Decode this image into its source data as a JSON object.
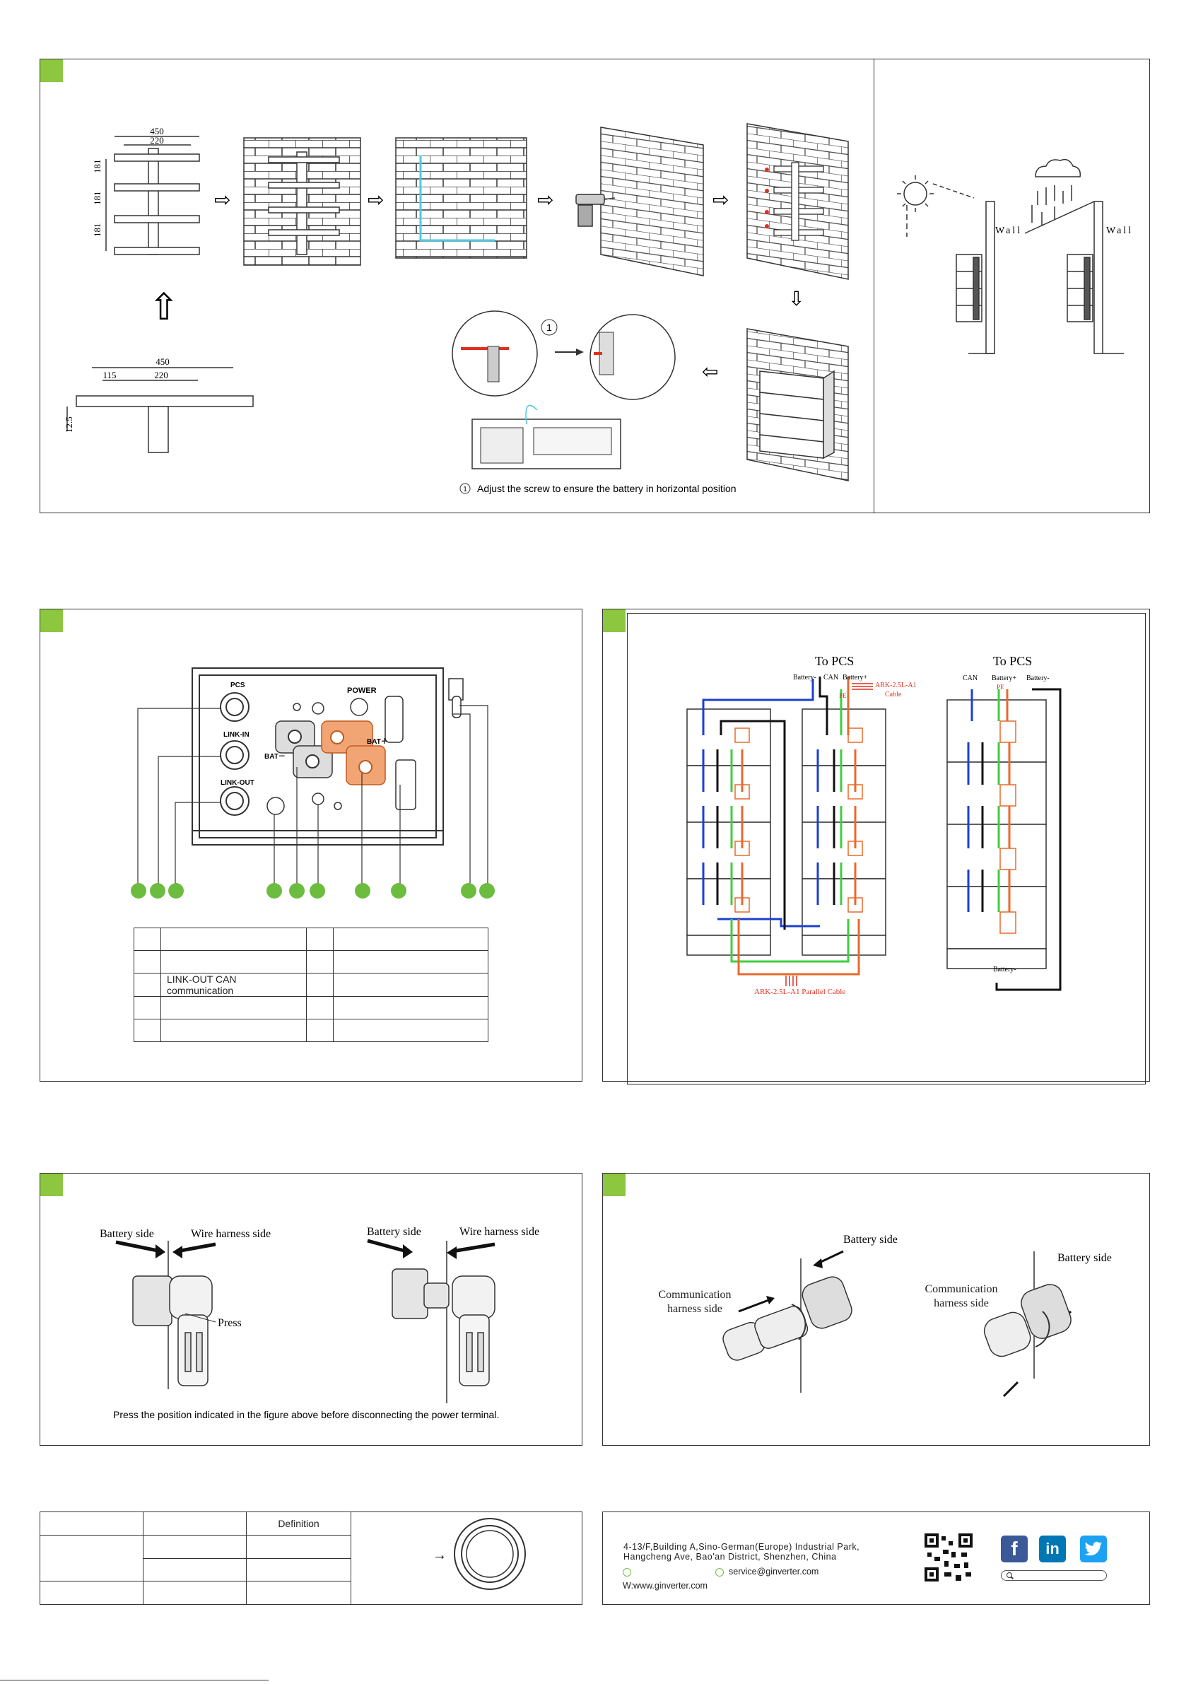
{
  "colors": {
    "accent_green": "#8dc63f",
    "dot_green": "#6cbd3f",
    "facebook": "#3b5998",
    "linkedin": "#0077b5",
    "twitter": "#1da1f2",
    "red": "#e0301e",
    "orange": "#e86a2a",
    "blue": "#1c3fd1",
    "cable_green": "#3ccf3c"
  },
  "install": {
    "dims_top": {
      "w1": "450",
      "w2": "220",
      "h1": "181",
      "h2": "181",
      "h3": "181"
    },
    "dims_bottom": {
      "w1": "450",
      "w2": "115",
      "w3": "220",
      "h": "12.5"
    },
    "arrow_right": "⇨",
    "arrow_down": "⇩",
    "arrow_left": "⇦",
    "arrow_up": "⇧",
    "step_num": "1",
    "note": "Adjust the screw to ensure the battery in horizontal position"
  },
  "weather": {
    "wall_left": "Wall",
    "wall_right": "Wall"
  },
  "ports": {
    "labels": {
      "pcs": "PCS",
      "link_in": "LINK-IN",
      "link_out": "LINK-OUT",
      "power": "POWER",
      "bat_neg": "BAT－",
      "bat_pos": "BAT＋"
    },
    "table": [
      [
        "",
        "",
        "",
        ""
      ],
      [
        "",
        "",
        "",
        ""
      ],
      [
        "",
        "LINK-OUT CAN communication",
        "",
        ""
      ],
      [
        "",
        "",
        "",
        ""
      ],
      [
        "",
        "",
        "",
        ""
      ]
    ]
  },
  "wiring": {
    "to_pcs_1": "To PCS",
    "to_pcs_2": "To PCS",
    "bat_minus": "Battery-",
    "can": "CAN",
    "bat_plus": "Battery+",
    "ark_cable": "ARK-2.5L-A1",
    "cable": "Cable",
    "pe": "PE",
    "parallel": "ARK-2.5L-A1 Parallel Cable",
    "r_can": "CAN",
    "r_bat_plus": "Battery+",
    "r_bat_minus": "Battery-",
    "r_bottom": "Battery-"
  },
  "power_term": {
    "left_battery": "Battery side",
    "left_wire": "Wire harness side",
    "press": "Press",
    "right_battery": "Battery side",
    "right_wire": "Wire harness side",
    "note": "Press the position indicated in the figure above before disconnecting the power terminal."
  },
  "comm_term": {
    "battery1": "Battery side",
    "harness1": "Communication harness side",
    "battery2": "Battery side",
    "harness2": "Communication harness side"
  },
  "def_table": {
    "header": "Definition",
    "arrow": "→"
  },
  "contact": {
    "addr1": "4-13/F,Building A,Sino-German(Europe) Industrial Park,",
    "addr2": "Hangcheng Ave, Bao'an District, Shenzhen, China",
    "email": "service@ginverter.com",
    "web": "W:www.ginverter.com",
    "fb": "f",
    "in": "in"
  }
}
